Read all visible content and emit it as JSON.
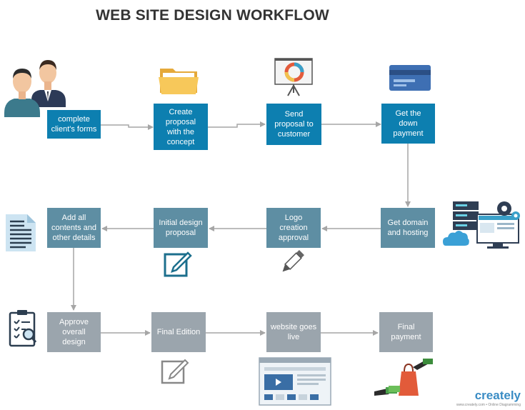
{
  "title": "WEB SITE DESIGN WORKFLOW",
  "steps": {
    "s1": "complete\nclient's forms",
    "s2": "Create\nproposal\nwith the\nconcept",
    "s3": "Send\nproposal to\ncustomer",
    "s4": "Get the\ndown\npayment",
    "s5": "Get domain\nand hosting",
    "s6": "Logo\ncreation\napproval",
    "s7": "Initial design\nproposal",
    "s8": "Add all\ncontents and\nother details",
    "s9": "Approve\noverall\ndesign",
    "s10": "Final Edition",
    "s11": "website goes\nlive",
    "s12": "Final\npayment"
  },
  "colors": {
    "row1": "#0d7fb0",
    "row2": "#5e8ea3",
    "row3": "#9ba5ad",
    "arrow": "#a6a6a6"
  },
  "icons": [
    "people-icon",
    "folder-icon",
    "presentation-board-icon",
    "credit-card-icon",
    "server-cloud-icon",
    "pencil-icon",
    "edit-icon",
    "document-icon",
    "clipboard-checklist-icon",
    "website-icon",
    "payment-bag-icon"
  ],
  "watermark": {
    "logo": "creately",
    "sub": "www.creately.com • Online Diagramming"
  }
}
